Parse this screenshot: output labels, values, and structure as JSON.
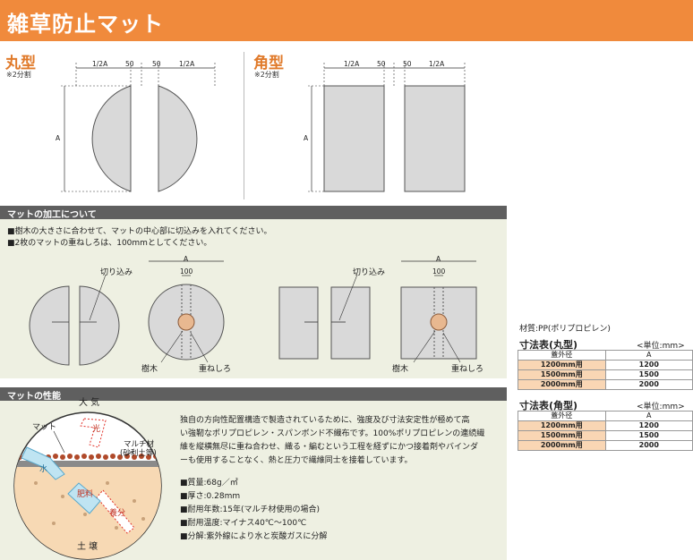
{
  "header": {
    "title": "雑草防止マット"
  },
  "round": {
    "type_label": "丸型",
    "split_note": "※2分割"
  },
  "square": {
    "type_label": "角型",
    "split_note": "※2分割"
  },
  "dims": {
    "half": "1/2A",
    "gap": "50",
    "a": "A",
    "overlap": "100"
  },
  "processing": {
    "heading": "マットの加工について",
    "line1": "■樹木の大きさに合わせて、マットの中心部に切込みを入れてください。",
    "line2": "■2枚のマットの重ねしろは、100mmとしてください。",
    "cut_label": "切り込み",
    "tree_label": "樹木",
    "overlap_label": "重ねしろ"
  },
  "performance": {
    "heading": "マットの性能",
    "diagram": {
      "air": "大 気",
      "mat": "マット",
      "light": "光",
      "mulch": "マルチ材",
      "mulch_sub": "(砂利土等)",
      "water": "水",
      "fertilizer": "肥料",
      "nutrient": "養分",
      "soil": "土 壌"
    },
    "desc": [
      "独自の方向性配置構造で製造されているために、強度及び寸法安定性が極めて高",
      "い強靭なポリプロピレン・スパンボンド不織布です。100%ポリプロピレンの連続繊",
      "維を縦横無尽に重ね合わせ、織る・編むという工程を経ずにかつ接着剤やバインダ",
      "ーも使用することなく、熱と圧力で繊維同士を接着しています。"
    ],
    "specs": [
      "■質量:68g／㎡",
      "■厚さ:0.28mm",
      "■耐用年数:15年(マルチ材使用の場合)",
      "■耐用温度:マイナス40℃～100℃",
      "■分解:紫外線により水と炭酸ガスに分解"
    ]
  },
  "material": "材質:PP(ポリプロピレン)",
  "tables": [
    {
      "title": "寸法表(丸型)",
      "unit": "<単位:mm>",
      "headers": [
        "蓋外径",
        "A"
      ],
      "rows": [
        [
          "1200mm用",
          "1200"
        ],
        [
          "1500mm用",
          "1500"
        ],
        [
          "2000mm用",
          "2000"
        ]
      ]
    },
    {
      "title": "寸法表(角型)",
      "unit": "<単位:mm>",
      "headers": [
        "蓋外径",
        "A"
      ],
      "rows": [
        [
          "1200mm用",
          "1200"
        ],
        [
          "1500mm用",
          "1500"
        ],
        [
          "2000mm用",
          "2000"
        ]
      ]
    }
  ],
  "colors": {
    "header": "#f08a3c",
    "accent": "#e07a2a",
    "panel": "#eef0e2",
    "bar": "#5f5f5f",
    "mat": "#d8d8d8",
    "table_key": "#f9d6b4"
  }
}
